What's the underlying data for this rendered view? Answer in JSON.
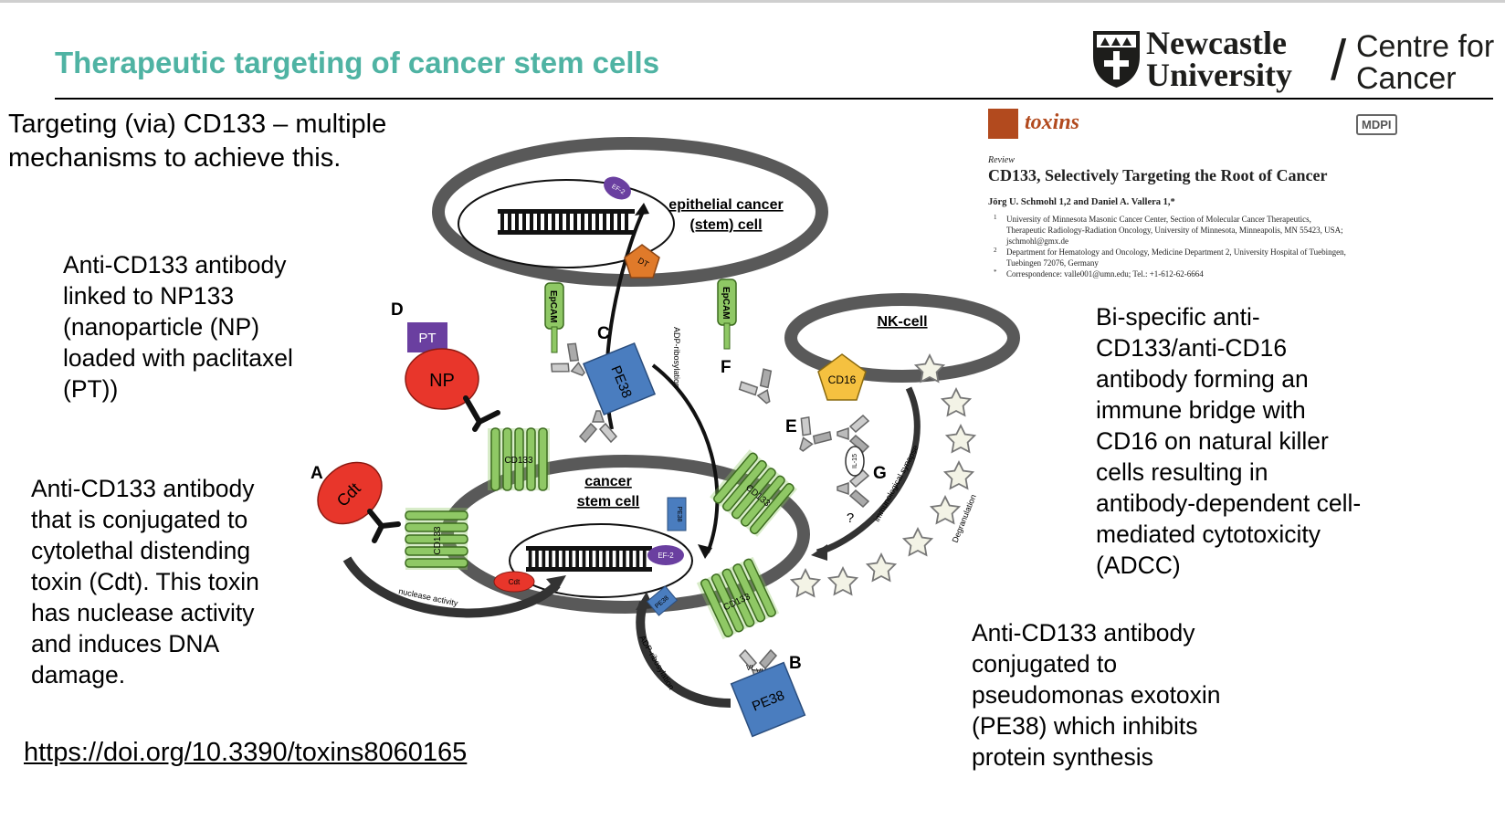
{
  "slide": {
    "title": "Therapeutic targeting of cancer stem cells",
    "heading_lines": [
      "Targeting (via) CD133 – multiple",
      "mechanisms to achieve this."
    ],
    "doi": "https://doi.org/10.3390/toxins8060165"
  },
  "logo": {
    "name_lines": [
      "Newcastle",
      "University"
    ],
    "centre_lines": [
      "Centre for",
      "Cancer"
    ]
  },
  "left_notes": {
    "np": [
      "Anti-CD133 antibody",
      "linked to NP133",
      "(nanoparticle (NP)",
      "loaded with paclitaxel",
      "(PT))"
    ],
    "cdt": [
      "Anti-CD133 antibody",
      "that is conjugated to",
      "cytolethal distending",
      "toxin (Cdt). This toxin",
      "has nuclease activity",
      "and induces DNA",
      "damage."
    ]
  },
  "right_notes": {
    "bispecific": [
      "Bi-specific anti-",
      "CD133/anti-CD16",
      "antibody forming an",
      "immune bridge with",
      "CD16 on natural killer",
      "cells resulting in",
      "antibody-dependent cell-",
      "mediated cytotoxicity",
      "(ADCC)"
    ],
    "pe38": [
      "Anti-CD133 antibody",
      "conjugated to",
      "pseudomonas exotoxin",
      "(PE38) which inhibits",
      "protein synthesis"
    ]
  },
  "paper": {
    "journal": "toxins",
    "publisher": "MDPI",
    "type": "Review",
    "title": "CD133, Selectively Targeting the Root of Cancer",
    "authors": "Jörg U. Schmohl 1,2 and Daniel A. Vallera 1,*",
    "affiliations": [
      {
        "mark": "1",
        "lines": [
          "University of Minnesota Masonic Cancer Center, Section of Molecular Cancer Therapeutics,",
          "Therapeutic Radiology-Radiation Oncology, University of Minnesota, Minneapolis, MN 55423, USA;",
          "jschmohl@gmx.de"
        ]
      },
      {
        "mark": "2",
        "lines": [
          "Department for Hematology and Oncology, Medicine Department 2, University Hospital of Tuebingen,",
          "Tuebingen 72076, Germany"
        ]
      },
      {
        "mark": "*",
        "lines": [
          "Correspondence: valle001@umn.edu; Tel.: +1-612-62-6664"
        ]
      }
    ]
  },
  "diagram": {
    "cells": {
      "epithelial": [
        "epithelial cancer",
        "(stem) cell"
      ],
      "stem": [
        "cancer",
        "stem cell"
      ],
      "nk": "NK-cell"
    },
    "letters": {
      "A": "A",
      "B": "B",
      "C": "C",
      "D": "D",
      "E": "E",
      "F": "F",
      "G": "G"
    },
    "labels": {
      "cd133": "CD133",
      "epcam": "EpCAM",
      "pe38": "PE38",
      "np": "NP",
      "pt": "PT",
      "cdt": "Cdt",
      "cd16": "CD16",
      "dt": "DT",
      "ef2": "EF-2",
      "il15": "IL-15",
      "vh": "VH",
      "vl": "VL",
      "question": "?",
      "adp": "ADP-ribosylation",
      "nuclease": "nuclease activity",
      "synapse": "immunological synapse",
      "degranulation": "Degranulation"
    },
    "colors": {
      "membrane": "#555555",
      "cd133": "#8fc865",
      "pe38": "#4a7dbf",
      "red": "#e8362b",
      "purple": "#6a3fa0",
      "cd16": "#f5c140",
      "dt": "#e07a2a"
    }
  }
}
